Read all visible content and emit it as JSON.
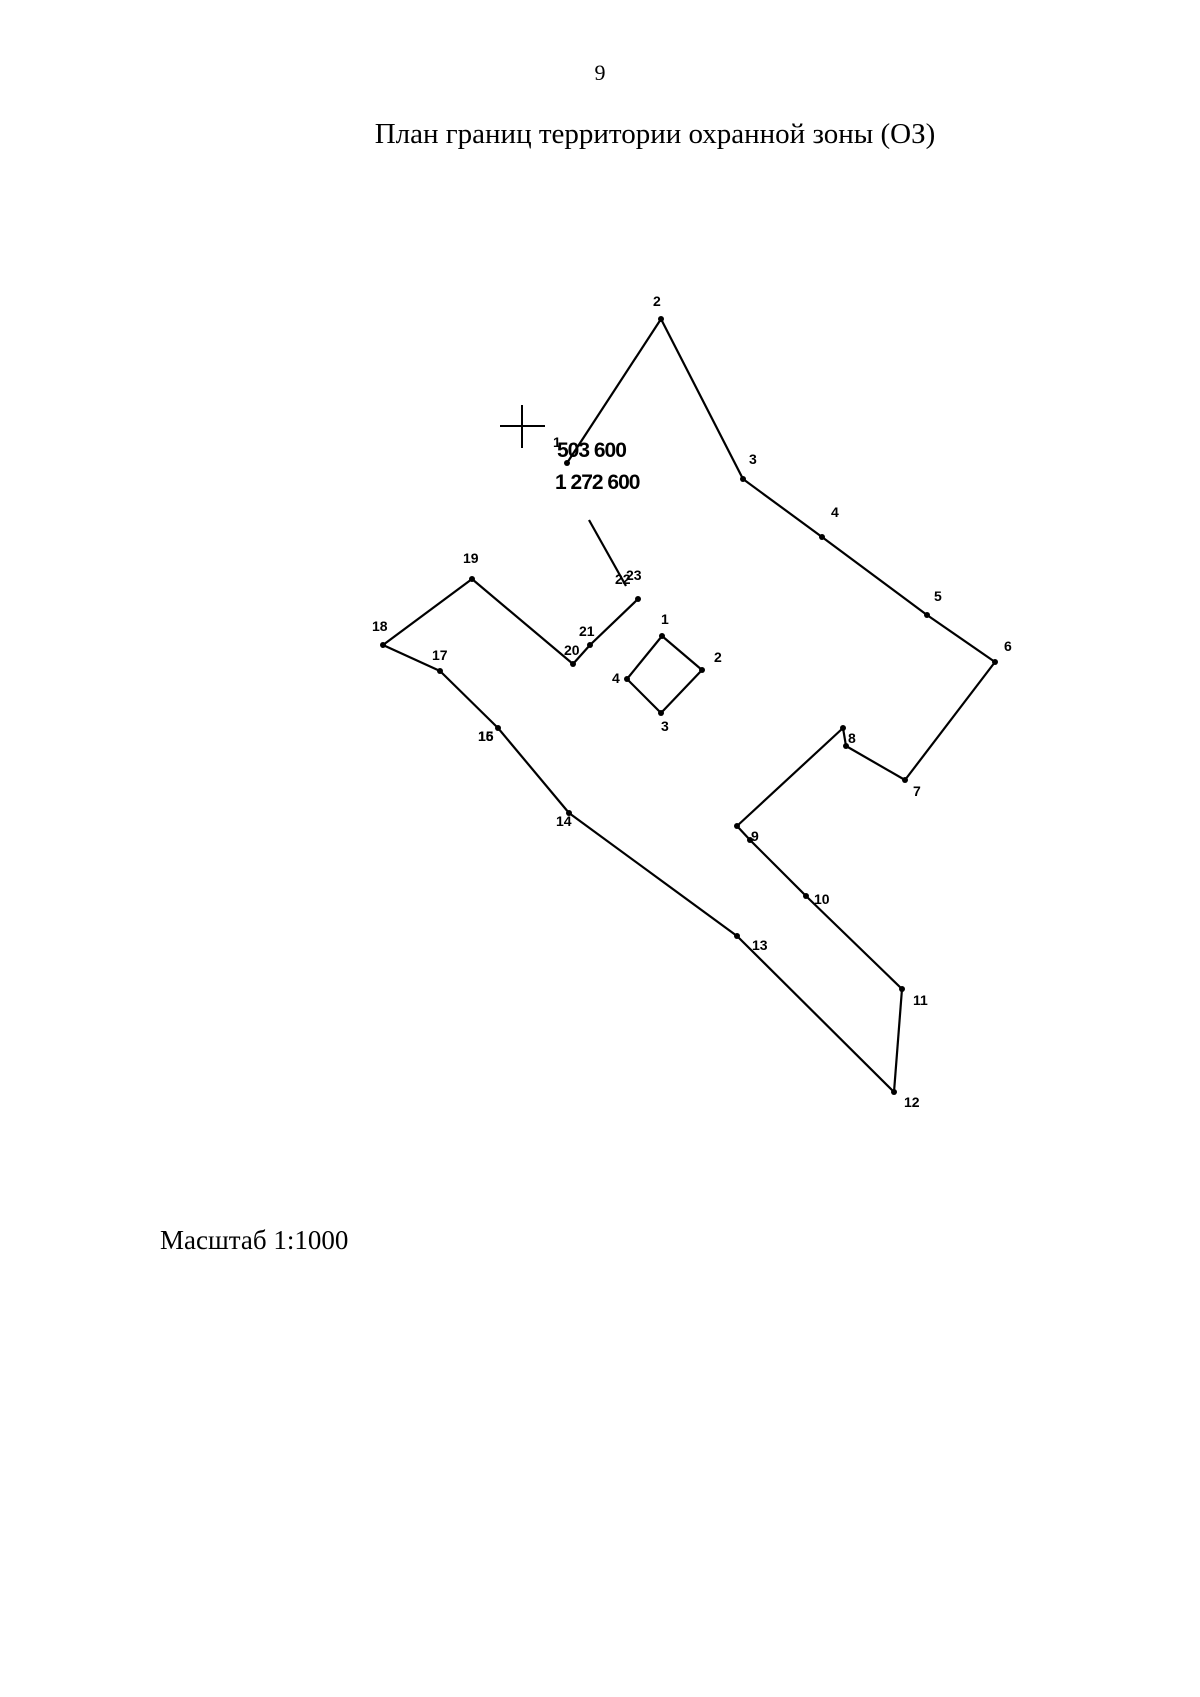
{
  "page_number": "9",
  "title": "План границ территории охранной зоны (ОЗ)",
  "scale_label": "Масштаб 1:1000",
  "grid_cross": {
    "x_label": "503 600",
    "y_label": "1 272 600"
  },
  "outer_boundary": {
    "vertex_labels": [
      "1",
      "2",
      "3",
      "4",
      "5",
      "6",
      "7",
      "8",
      "9",
      "10",
      "11",
      "12",
      "13",
      "14",
      "15",
      "16",
      "17",
      "18",
      "19",
      "20",
      "21",
      "22",
      "23"
    ]
  },
  "inner_boundary": {
    "vertex_labels": [
      "1",
      "2",
      "3",
      "4"
    ]
  },
  "colors": {
    "line": "#000000",
    "background": "#ffffff"
  }
}
